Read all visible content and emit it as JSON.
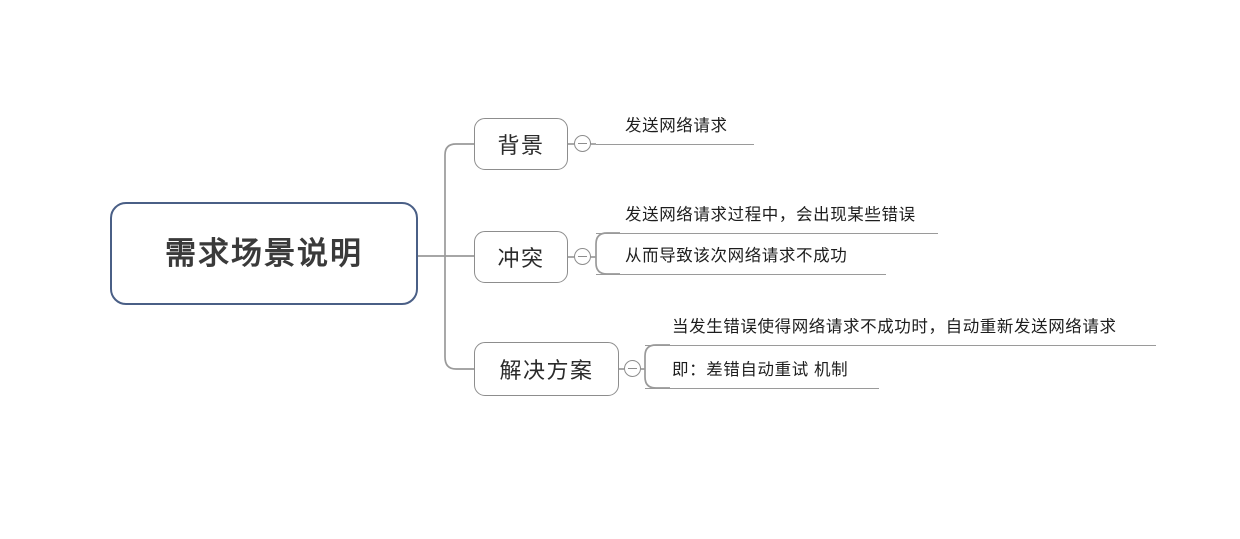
{
  "diagram": {
    "type": "mindmap",
    "title": "需求场景说明",
    "root": {
      "label": "需求场景说明",
      "border_color": "#4a5f86",
      "text_color": "#3a3a3a"
    },
    "branches": [
      {
        "label": "背景",
        "toggle": "collapse-minus-icon",
        "children": [
          {
            "label": "发送网络请求"
          }
        ]
      },
      {
        "label": "冲突",
        "toggle": "collapse-minus-icon",
        "children": [
          {
            "label": "发送网络请求过程中，会出现某些错误"
          },
          {
            "label": "从而导致该次网络请求不成功"
          }
        ]
      },
      {
        "label": "解决方案",
        "toggle": "collapse-minus-icon",
        "children": [
          {
            "label": "当发生错误使得网络请求不成功时，自动重新发送网络请求"
          },
          {
            "label": "即：差错自动重试 机制"
          }
        ]
      }
    ],
    "colors": {
      "background": "#ffffff",
      "node_border": "#8d8d8d",
      "root_border": "#4a5f86",
      "connector": "#9a9a9a",
      "text": "#1d1d1d"
    }
  }
}
